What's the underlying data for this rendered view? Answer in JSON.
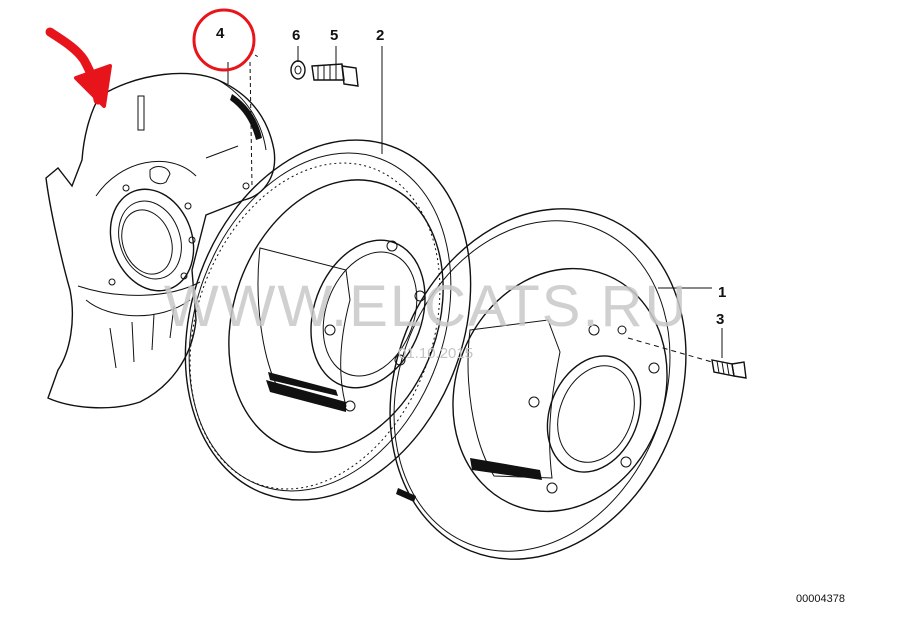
{
  "callouts": {
    "part_1": "1",
    "part_2": "2",
    "part_3": "3",
    "part_4": "4",
    "part_5": "5",
    "part_6": "6"
  },
  "watermark": {
    "site": "WWW.ELCATS.RU",
    "date": "01.10.2015"
  },
  "reference_number": "00004378",
  "annotations": {
    "highlight_color": "#e8141c",
    "ink_color": "#111111"
  }
}
